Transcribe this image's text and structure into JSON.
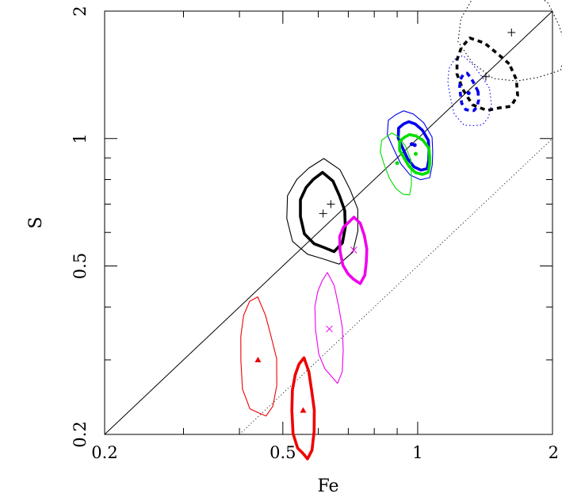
{
  "chart_data": {
    "type": "scatter",
    "xlabel": "Fe",
    "ylabel": "S",
    "xscale": "log",
    "yscale": "log",
    "xlim": [
      0.2,
      2
    ],
    "ylim": [
      0.2,
      2
    ],
    "grid": false,
    "x_tick_labels": [
      {
        "value": 0.2,
        "text": "0.2"
      },
      {
        "value": 0.5,
        "text": "0.5"
      },
      {
        "value": 1,
        "text": "1"
      },
      {
        "value": 2,
        "text": "2"
      }
    ],
    "y_tick_labels": [
      {
        "value": 0.2,
        "text": "0.2"
      },
      {
        "value": 0.5,
        "text": "0.5"
      },
      {
        "value": 1,
        "text": "1"
      },
      {
        "value": 2,
        "text": "2"
      }
    ],
    "reference_lines": [
      {
        "name": "y=x",
        "style": "solid",
        "ratio": 1.0
      },
      {
        "name": "y=x/2",
        "style": "dotted",
        "ratio": 0.5
      }
    ],
    "series": [
      {
        "color": "#000000",
        "marker": "plus",
        "points": [
          {
            "x": 0.615,
            "y": 0.665,
            "contours": [
              {
                "style": "thin",
                "rx": 0.08,
                "ry": 0.12,
                "rot": 8
              },
              {
                "style": "thick",
                "rx": 0.05,
                "ry": 0.09,
                "rot": 8
              }
            ]
          },
          {
            "x": 0.64,
            "y": 0.7
          }
        ]
      },
      {
        "color": "#000000",
        "marker": "plus",
        "points": [
          {
            "x": 1.62,
            "y": 1.78,
            "contours": [
              {
                "style": "dotted",
                "rx": 0.11,
                "ry": 0.13,
                "rot": 40
              }
            ]
          },
          {
            "x": 1.42,
            "y": 1.4,
            "contours": [
              {
                "style": "dashed",
                "rx": 0.06,
                "ry": 0.09,
                "rot": 30
              }
            ]
          }
        ]
      },
      {
        "color": "#0000ee",
        "marker": "dot",
        "points": [
          {
            "x": 0.97,
            "y": 0.97,
            "contours": [
              {
                "style": "thin",
                "rx": 0.045,
                "ry": 0.085,
                "rot": 20
              }
            ]
          },
          {
            "x": 0.985,
            "y": 0.965,
            "contours": [
              {
                "style": "thick",
                "rx": 0.03,
                "ry": 0.06,
                "rot": 20
              }
            ]
          },
          {
            "x": 1.3,
            "y": 1.28,
            "contours": [
              {
                "style": "dotted",
                "rx": 0.045,
                "ry": 0.085,
                "rot": 15
              },
              {
                "style": "dashed",
                "rx": 0.02,
                "ry": 0.045,
                "rot": 10
              }
            ]
          }
        ]
      },
      {
        "color": "#00dd00",
        "marker": "dot",
        "points": [
          {
            "x": 0.9,
            "y": 0.875,
            "contours": [
              {
                "style": "thin",
                "rx": 0.03,
                "ry": 0.075,
                "rot": 15
              }
            ]
          },
          {
            "x": 0.99,
            "y": 0.92,
            "contours": [
              {
                "style": "thick",
                "rx": 0.03,
                "ry": 0.05,
                "rot": 25
              }
            ]
          }
        ]
      },
      {
        "color": "#ee00ee",
        "marker": "cross",
        "points": [
          {
            "x": 0.72,
            "y": 0.545,
            "contours": [
              {
                "style": "thick",
                "rx": 0.03,
                "ry": 0.075,
                "rot": 5
              }
            ]
          },
          {
            "x": 0.635,
            "y": 0.355,
            "contours": [
              {
                "style": "thin",
                "rx": 0.03,
                "ry": 0.125,
                "rot": 5
              }
            ]
          }
        ]
      },
      {
        "color": "#ee0000",
        "marker": "triangle",
        "points": [
          {
            "x": 0.44,
            "y": 0.3,
            "contours": [
              {
                "style": "thin",
                "rx": 0.04,
                "ry": 0.14,
                "rot": 4
              }
            ]
          },
          {
            "x": 0.555,
            "y": 0.228,
            "contours": [
              {
                "style": "thick",
                "rx": 0.025,
                "ry": 0.115,
                "rot": 2
              }
            ]
          }
        ]
      }
    ]
  }
}
